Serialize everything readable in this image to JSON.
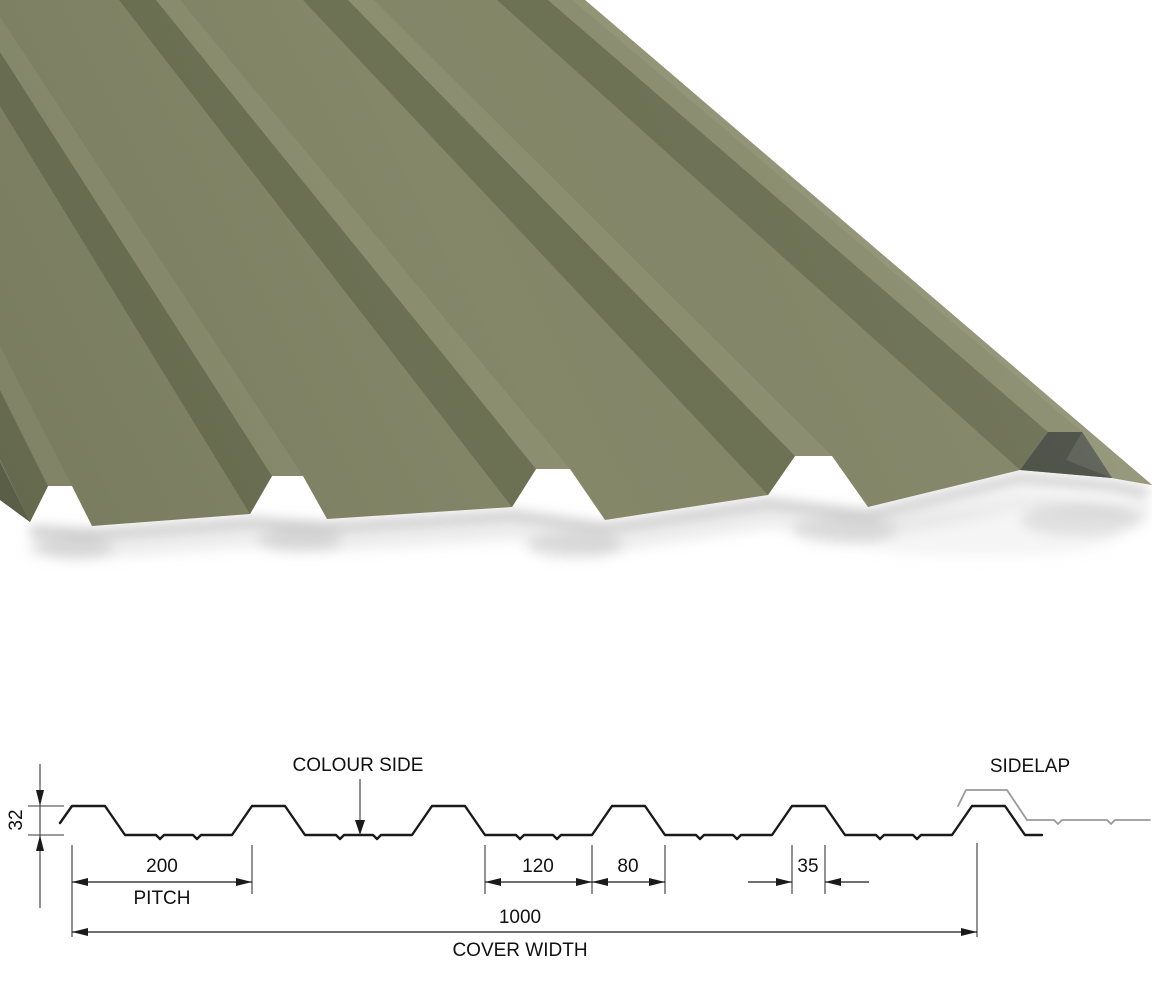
{
  "product_render": {
    "description": "3D render of an olive green 32/1000 box profile metal roofing sheet viewed from its front corner",
    "colors": {
      "pan": "#848768",
      "web_shade": "#6E7255",
      "crest_highlight": "#8C8F70",
      "edge_band": "#939677",
      "trough_opening": "#4B4F46",
      "trough_opening_light": "#5C6057",
      "underside_sliver": "#61654D",
      "shadow": "#bdbdbd",
      "background": "#ffffff"
    }
  },
  "diagram": {
    "line_color": "#1a1a1a",
    "sidelap_line_color": "#9a9a9a",
    "labels": {
      "colour_side": "COLOUR SIDE",
      "sidelap": "SIDELAP",
      "pitch": "PITCH",
      "cover_width": "COVER WIDTH"
    },
    "dimensions": {
      "profile_height_mm": "32",
      "pitch_mm": "200",
      "pan_width_mm": "120",
      "rib_base_mm": "80",
      "crest_top_mm": "35",
      "cover_width_mm": "1000"
    }
  }
}
